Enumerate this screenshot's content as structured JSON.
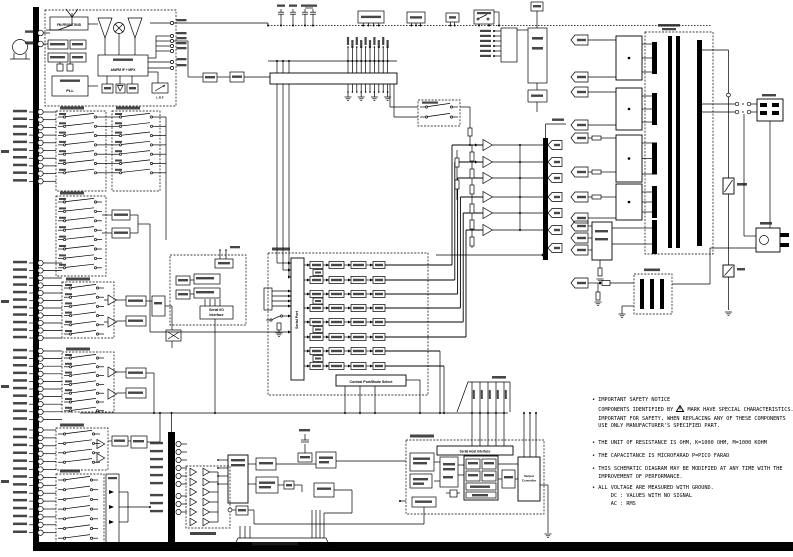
{
  "colors": {
    "ink": "#000000",
    "paper": "#ffffff"
  },
  "tuner": {
    "front_end": "FM FRONT END",
    "if_ic": "AM/FM IF + MPX",
    "pll": "PLL",
    "meter": "L.R.F"
  },
  "dsp": {
    "serial_port": "Serial Port",
    "serial_io_line1": "Serial I/O",
    "serial_io_line2": "Interface",
    "control_port": "Control Port/Mode Select"
  },
  "mcu": {
    "host_interface": "Serial Host Interface",
    "output_ctrl_line1": "Output",
    "output_ctrl_line2": "Controller"
  },
  "notes": {
    "n1a": "• IMPORTANT SAFETY NOTICE",
    "n1b_pre": "  COMPONENTS IDENTIFIED BY ",
    "n1b_post": " MARK HAVE SPECIAL CHARACTERISTICS.",
    "n1c": "  IMPORTANT FOR SAFETY, WHEN REPLACING ANY OF THESE COMPONENTS",
    "n1d": "  USE ONLY MANUFACTURER'S SPECIFIED PART.",
    "n2": "• THE UNIT OF RESISTANCE IS OHM, K=1000 OHM, M=1000 KOHM",
    "n3": "• THE CAPACITANCE IS MICROFARAD P=PICO FARAD",
    "n4a": "• THIS SCHEMATIC DIAGRAM MAY BE MODIFIED AT ANY TIME WITH THE",
    "n4b": "  IMPROVEMENT OF PERFORMANCE.",
    "n5a": "• ALL VOLTAGE ARE MEASURED WITH GROUND.",
    "n5b": "      DC : VALUES WITH NO SIGNAL",
    "n5c": "      AC : RMS"
  }
}
